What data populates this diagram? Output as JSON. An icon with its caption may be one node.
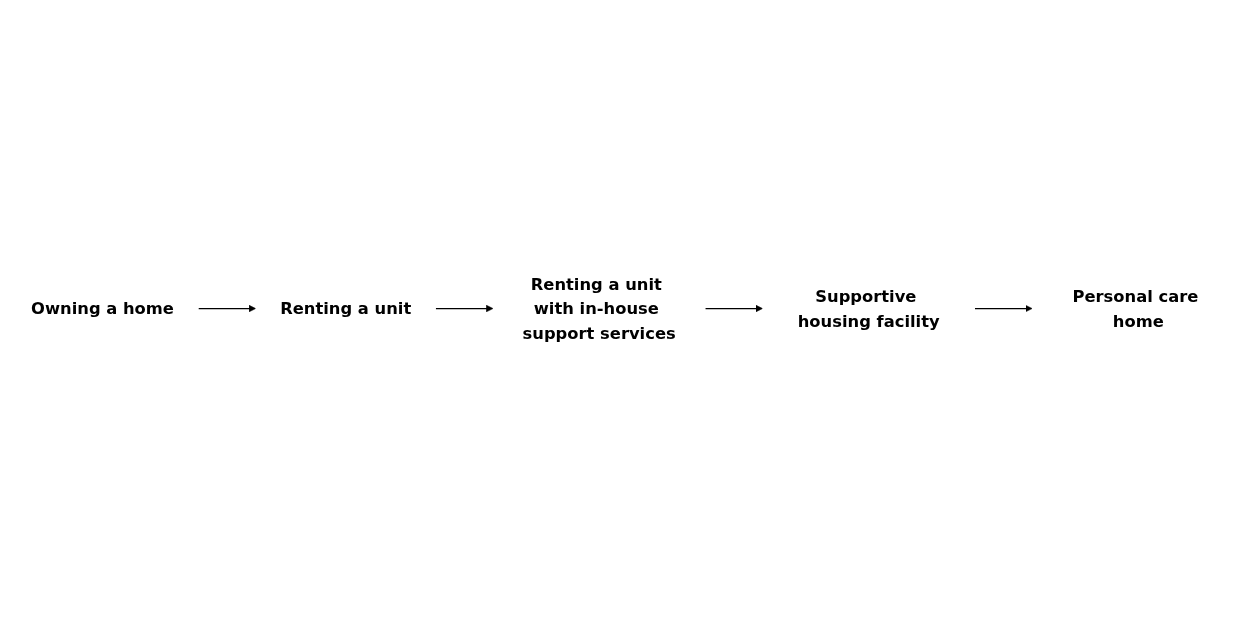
{
  "diagram": {
    "nodes": [
      {
        "text": [
          "Owning a home"
        ]
      },
      {
        "text": [
          "Renting a unit"
        ]
      },
      {
        "text": [
          "Renting a unit with in-house support services"
        ]
      },
      {
        "text": [
          "Supportive housing facility"
        ]
      },
      {
        "text": [
          "Personal care home"
        ]
      }
    ],
    "edges": [
      {
        "from": 0,
        "to": 1,
        "arrow": "to"
      },
      {
        "from": 1,
        "to": 2,
        "arrow": "to"
      },
      {
        "from": 2,
        "to": 3,
        "arrow": "to"
      },
      {
        "from": 3,
        "to": 4,
        "arrow": "to"
      }
    ]
  }
}
